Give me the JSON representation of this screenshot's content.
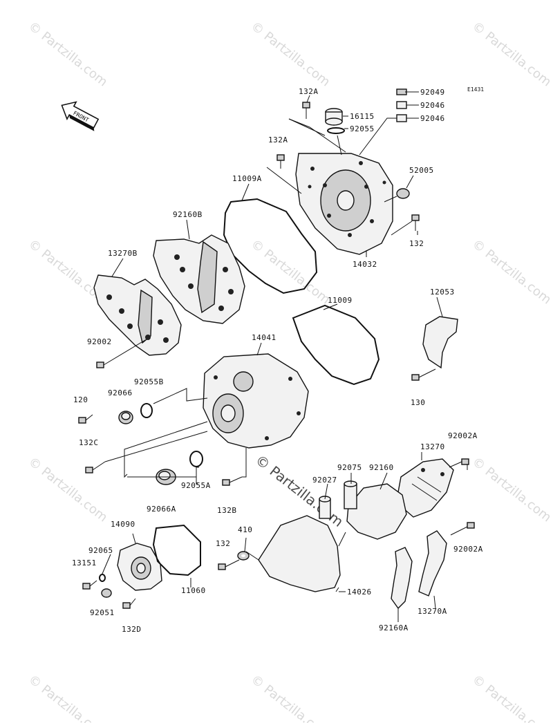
{
  "diagram_code": "E1431",
  "front_label": "FRONT",
  "watermark": "© Partzilla.com",
  "parts": {
    "p132A_top": "132A",
    "p16115": "16115",
    "p92055": "92055",
    "p92049": "92049",
    "p92046a": "92046",
    "p92046b": "92046",
    "p132A_mid": "132A",
    "p52005": "52005",
    "p11009A": "11009A",
    "p132": "132",
    "p14032": "14032",
    "p92160B": "92160B",
    "p13270B": "13270B",
    "p92002": "92002",
    "p11009": "11009",
    "p12053": "12053",
    "p14041": "14041",
    "p92055B": "92055B",
    "p92066": "92066",
    "p120": "120",
    "p130": "130",
    "p132C": "132C",
    "p92066A": "92066A",
    "p92055A": "92055A",
    "p132B": "132B",
    "p13270": "13270",
    "p92002A_top": "92002A",
    "p92075": "92075",
    "p92160": "92160",
    "p92027": "92027",
    "p14090": "14090",
    "p92065": "92065",
    "p13151": "13151",
    "p92051": "92051",
    "p132D": "132D",
    "p11060": "11060",
    "p132_low": "132",
    "p410": "410",
    "p14026": "14026",
    "p92002A_low": "92002A",
    "p13270A": "13270A",
    "p92160A": "92160A"
  }
}
